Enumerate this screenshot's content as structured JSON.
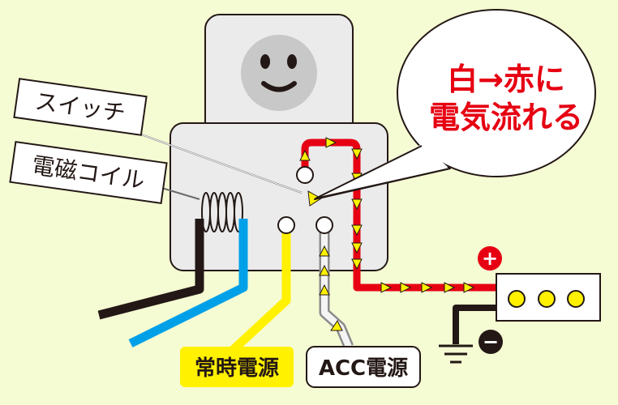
{
  "labels": {
    "switch": "スイッチ",
    "coil": "電磁コイル",
    "constant_power": "常時電源",
    "acc_power": "ACC電源",
    "callout_line1": "白→赤に",
    "callout_line2": "電気流れる",
    "plus_symbol": "+",
    "minus_symbol": "−"
  },
  "colors": {
    "background": "#f5fbd3",
    "relay_body": "#ebebeb",
    "red_wire": "#e60012",
    "arrow_fill": "#fff100",
    "yellow_wire": "#fff100",
    "blue_wire": "#00a0e9",
    "black_wire": "#231815",
    "callout_text": "#e60012",
    "plus_badge": "#e60012",
    "minus_badge": "#231815"
  },
  "icons": [
    "smiley-face-icon",
    "plus-icon",
    "minus-icon",
    "ground-icon",
    "flow-arrow-icon"
  ]
}
